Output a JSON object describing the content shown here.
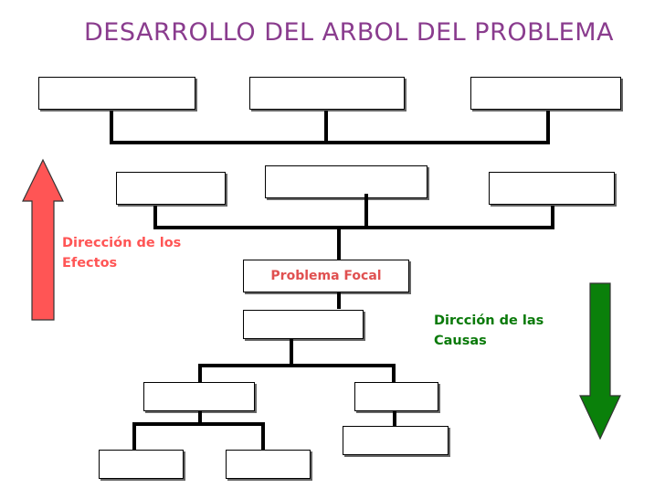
{
  "title": "DESARROLLO DEL ARBOL DEL PROBLEMA",
  "focal_problem": "Problema Focal",
  "effects_direction": {
    "line1": "Dirección de los",
    "line2": "Efectos",
    "color": "#ff5555"
  },
  "causes_direction": {
    "line1": "Dircción de las",
    "line2": "Causas",
    "color": "#0a7a0a"
  },
  "title_color": "#8a3c8e",
  "focal_color": "#e05050"
}
